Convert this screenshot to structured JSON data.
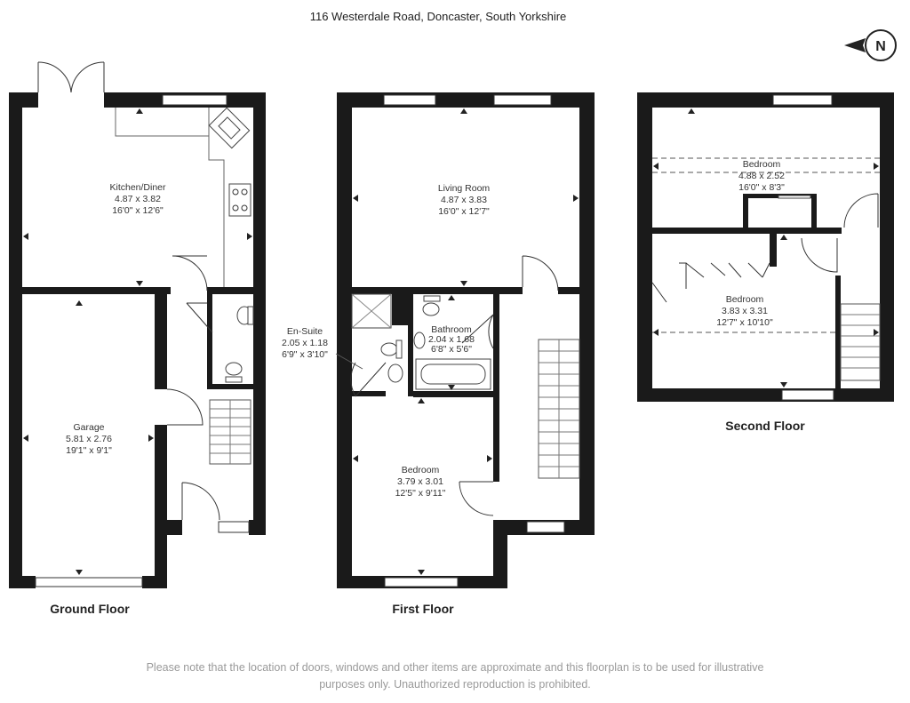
{
  "header": {
    "address": "116 Westerdale Road, Doncaster, South Yorkshire"
  },
  "compass": {
    "label": "N",
    "icon": "compass-north-icon"
  },
  "floors": {
    "ground": {
      "label": "Ground Floor",
      "rooms": [
        {
          "name": "Kitchen/Diner",
          "metric": "4.87 x 3.82",
          "imperial": "16'0\" x 12'6\""
        },
        {
          "name": "Garage",
          "metric": "5.81 x 2.76",
          "imperial": "19'1\" x 9'1\""
        }
      ]
    },
    "first": {
      "label": "First Floor",
      "rooms": [
        {
          "name": "Living Room",
          "metric": "4.87 x 3.83",
          "imperial": "16'0\" x 12'7\""
        },
        {
          "name": "En-Suite",
          "metric": "2.05 x 1.18",
          "imperial": "6'9\" x 3'10\""
        },
        {
          "name": "Bathroom",
          "metric": "2.04 x 1.68",
          "imperial": "6'8\" x 5'6\""
        },
        {
          "name": "Bedroom",
          "metric": "3.79 x 3.01",
          "imperial": "12'5\" x 9'11\""
        }
      ]
    },
    "second": {
      "label": "Second Floor",
      "rooms": [
        {
          "name": "Bedroom",
          "metric": "4.88 x 2.52",
          "imperial": "16'0\" x 8'3\""
        },
        {
          "name": "Bedroom",
          "metric": "3.83 x 3.31",
          "imperial": "12'7\" x 10'10\""
        }
      ]
    }
  },
  "disclaimer": {
    "line1": "Please note that the location of doors, windows and other items are approximate and this floorplan is to be used for illustrative",
    "line2": "purposes only. Unauthorized reproduction is prohibited."
  }
}
